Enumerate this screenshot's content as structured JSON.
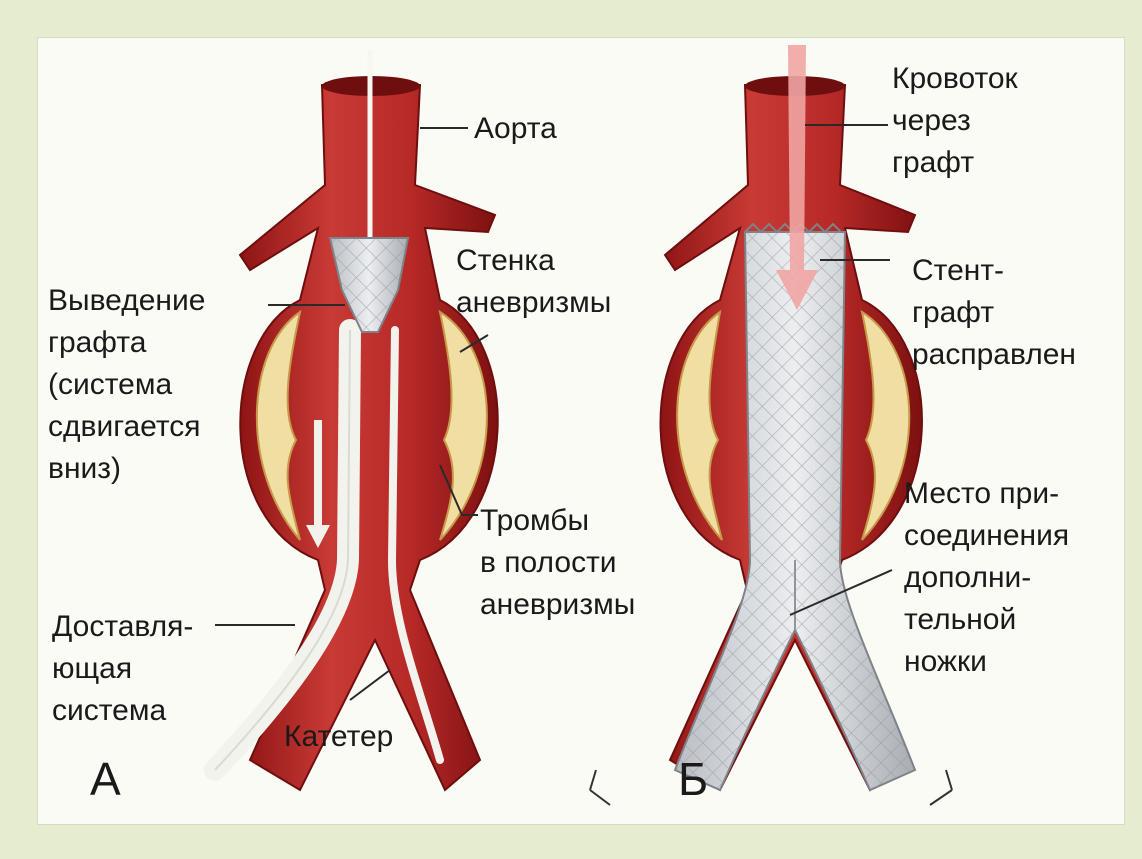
{
  "panels": {
    "a": {
      "letter": "А"
    },
    "b": {
      "letter": "Б"
    }
  },
  "labels": {
    "aorta": "Аорта",
    "wall": [
      "Стенка",
      "аневризмы"
    ],
    "deploy": [
      "Выведение",
      "графта",
      "(система",
      "сдвигается",
      "вниз)"
    ],
    "thrombi": [
      "Тромбы",
      "в полости",
      "аневризмы"
    ],
    "delivery": [
      "Доставля-",
      "ющая",
      "система"
    ],
    "catheter": "Катетер",
    "flow": [
      "Кровоток",
      "через",
      "графт"
    ],
    "stent": [
      "Стент-",
      "графт",
      "расправлен"
    ],
    "junction": [
      "Место при-",
      "соединения",
      "дополни-",
      "тельной",
      "ножки"
    ]
  },
  "colors": {
    "background": "#e6ecd0",
    "vessel": "#b5282a",
    "vessel_dark": "#7a1010",
    "thrombus": "#f1dea3",
    "graft": "#d9dcdf",
    "catheter": "#f3f3ee"
  }
}
